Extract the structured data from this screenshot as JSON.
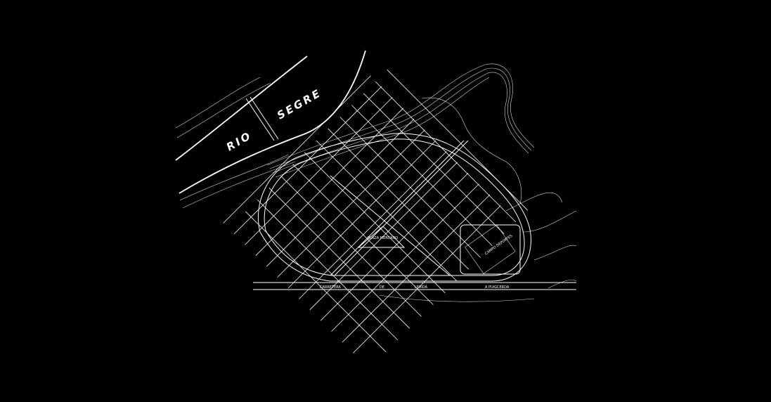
{
  "map": {
    "background": "#000000",
    "ink": "#ffffff",
    "river_word_1": "RIO",
    "river_word_2": "SEGRE",
    "plaza_label": "PLAZA MERCADO",
    "road_label_1": "CARRETERA",
    "road_label_2": "DE",
    "road_label_3": "LERIDA",
    "road_label_4": "A PUIGCERDA",
    "park_label": "CAMPO DEPORTES"
  }
}
